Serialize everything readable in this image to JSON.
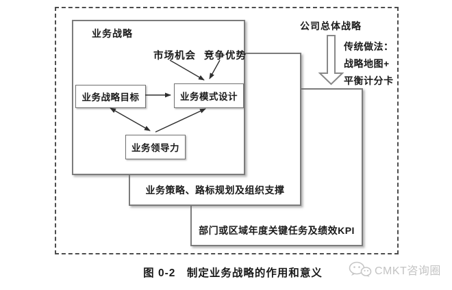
{
  "colors": {
    "line": "#2e2e2e",
    "box_border": "#7b7b7b",
    "dashed_border": "#4c4c4c",
    "text": "#1a1a1a",
    "watermark": "#c3c3c3"
  },
  "layers": {
    "layer1": {
      "title": "业务战略"
    },
    "layer2": {
      "label": "业务策略、路标规划及组织支撑"
    },
    "layer3": {
      "label": "部门或区域年度关键任务及绩效KPI"
    }
  },
  "nodes": {
    "goal": "业务战略目标",
    "model": "业务模式设计",
    "leadership": "业务领导力"
  },
  "annotations": {
    "market": "市场机会",
    "advantage": "竞争优势"
  },
  "right_panel": {
    "corporate": "公司总体战略",
    "note_lines": [
      "传统做法：",
      "战略地图+",
      "平衡计分卡"
    ]
  },
  "caption": "图 0-2　制定业务战略的作用和意义",
  "watermark": {
    "brand": "CMKT咨询圈",
    "icon": "wechat-icon"
  }
}
